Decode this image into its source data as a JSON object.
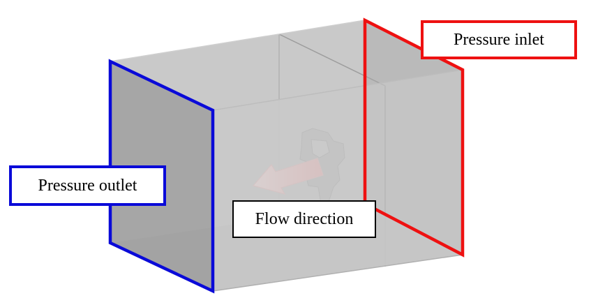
{
  "labels": {
    "pressure_inlet": "Pressure inlet",
    "pressure_outlet": "Pressure outlet",
    "flow_direction": "Flow direction"
  },
  "colors": {
    "inlet_boundary": "#ee1111",
    "outlet_boundary": "#0a0ad8",
    "flow_arrow": "#f4a8a8",
    "domain_fill": "#bdbdbd"
  },
  "icons": {
    "flow_arrow": "flow-direction-arrow-icon",
    "model": "vehicle-model-icon"
  }
}
